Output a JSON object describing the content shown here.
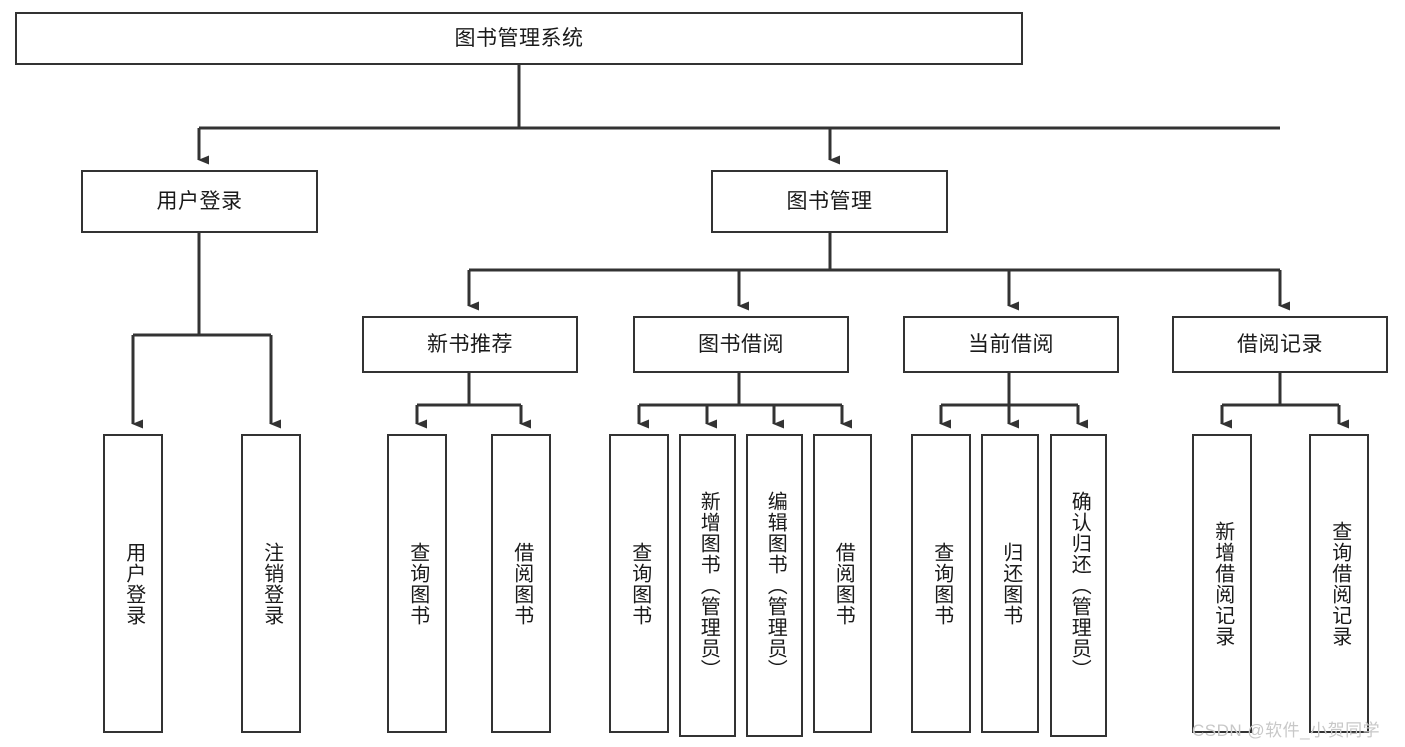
{
  "diagram": {
    "type": "tree",
    "title": "图书管理系统",
    "orientation": "top-down",
    "colors": {
      "stroke": "#333333",
      "fill": "#ffffff",
      "text": "#1a1a1a",
      "watermark": "#c8c8c8"
    }
  },
  "root": {
    "label": "图书管理系统"
  },
  "level2": [
    {
      "label": "用户登录"
    },
    {
      "label": "图书管理"
    }
  ],
  "level3": [
    {
      "label": "新书推荐"
    },
    {
      "label": "图书借阅"
    },
    {
      "label": "当前借阅"
    },
    {
      "label": "借阅记录"
    }
  ],
  "leaves": {
    "user_login": [
      {
        "label": "用户登录"
      },
      {
        "label": "注销登录"
      }
    ],
    "new_book_recommend": [
      {
        "label": "查询图书"
      },
      {
        "label": "借阅图书"
      }
    ],
    "book_borrow": [
      {
        "label": "查询图书"
      },
      {
        "label": "新增图书（管理员）"
      },
      {
        "label": "编辑图书（管理员）"
      },
      {
        "label": "借阅图书"
      }
    ],
    "current_borrow": [
      {
        "label": "查询图书"
      },
      {
        "label": "归还图书"
      },
      {
        "label": "确认归还（管理员）"
      }
    ],
    "borrow_record": [
      {
        "label": "新增借阅记录"
      },
      {
        "label": "查询借阅记录"
      }
    ]
  },
  "watermark": {
    "text": "CSDN @软件_小贺同学"
  }
}
